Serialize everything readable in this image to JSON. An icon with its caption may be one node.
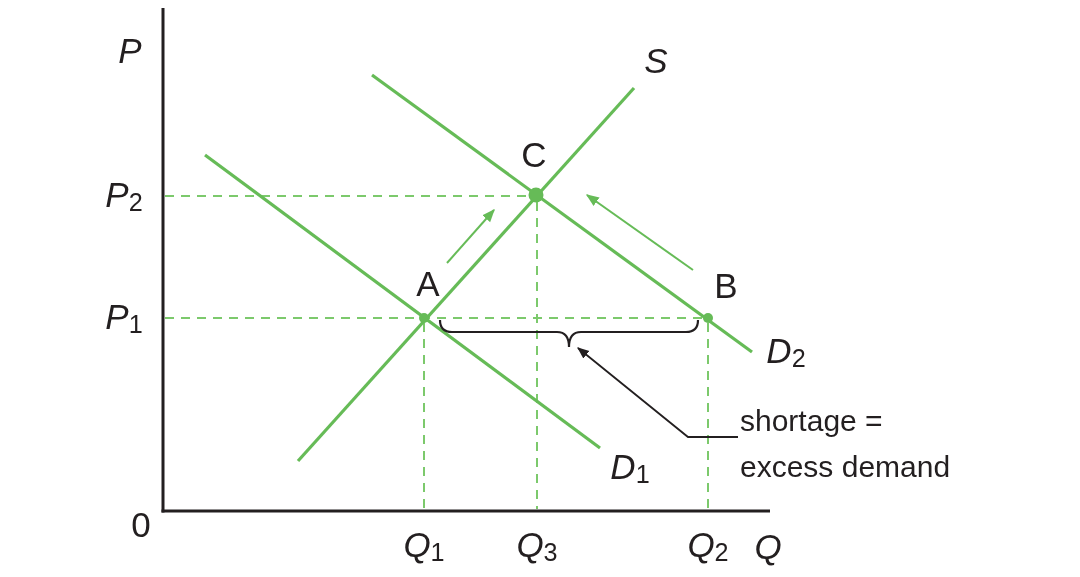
{
  "diagram": {
    "nodes": [
      {
        "text": [],
        "shape": "brace"
      },
      {
        "text": [
          "shortage = excess demand"
        ]
      }
    ],
    "edges": [
      {
        "from": 1,
        "to": 0,
        "arrow": "to"
      }
    ],
    "labels": [
      "P",
      "S",
      "C",
      "*P*$_{2}$",
      "A",
      "B",
      "*P*$_{1}$",
      "*D*$_{2}$",
      "*D*$_{1}$",
      "0",
      "*Q*$_{1}$",
      "*Q*$_{3}$",
      "*Q*$_{2}$",
      "Q"
    ]
  }
}
